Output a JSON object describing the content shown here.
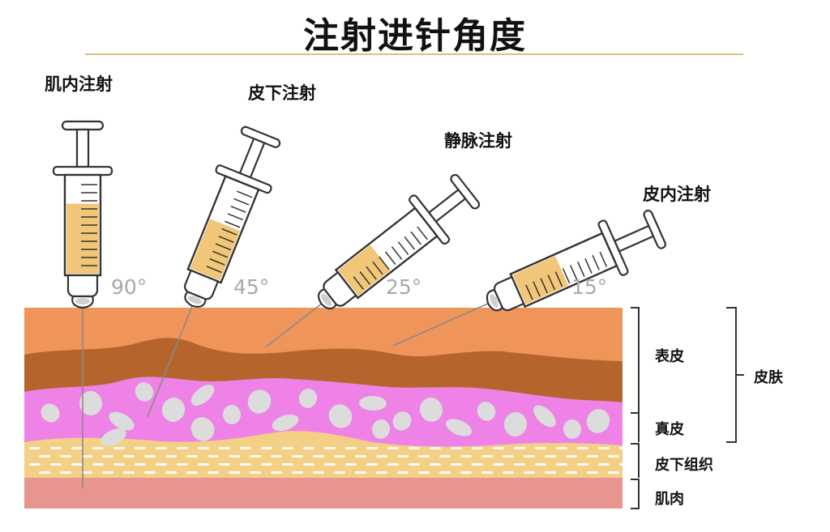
{
  "title": "注射进针角度",
  "injections": [
    {
      "name": "肌内注射",
      "angle": "90°"
    },
    {
      "name": "皮下注射",
      "angle": "45°"
    },
    {
      "name": "静脉注射",
      "angle": "25°"
    },
    {
      "name": "皮内注射",
      "angle": "15°"
    }
  ],
  "layers": {
    "epidermis": "表皮",
    "dermis": "真皮",
    "subcutaneous": "皮下组织",
    "muscle": "肌肉",
    "skin": "皮肤"
  },
  "colors": {
    "epidermis": "#F0955A",
    "epidermis_dark": "#B5652B",
    "dermis": "#EE82E6",
    "subcutaneous": "#F3D086",
    "muscle": "#E9958F",
    "liquid": "#F2C679",
    "rule": "#D9C08A"
  }
}
